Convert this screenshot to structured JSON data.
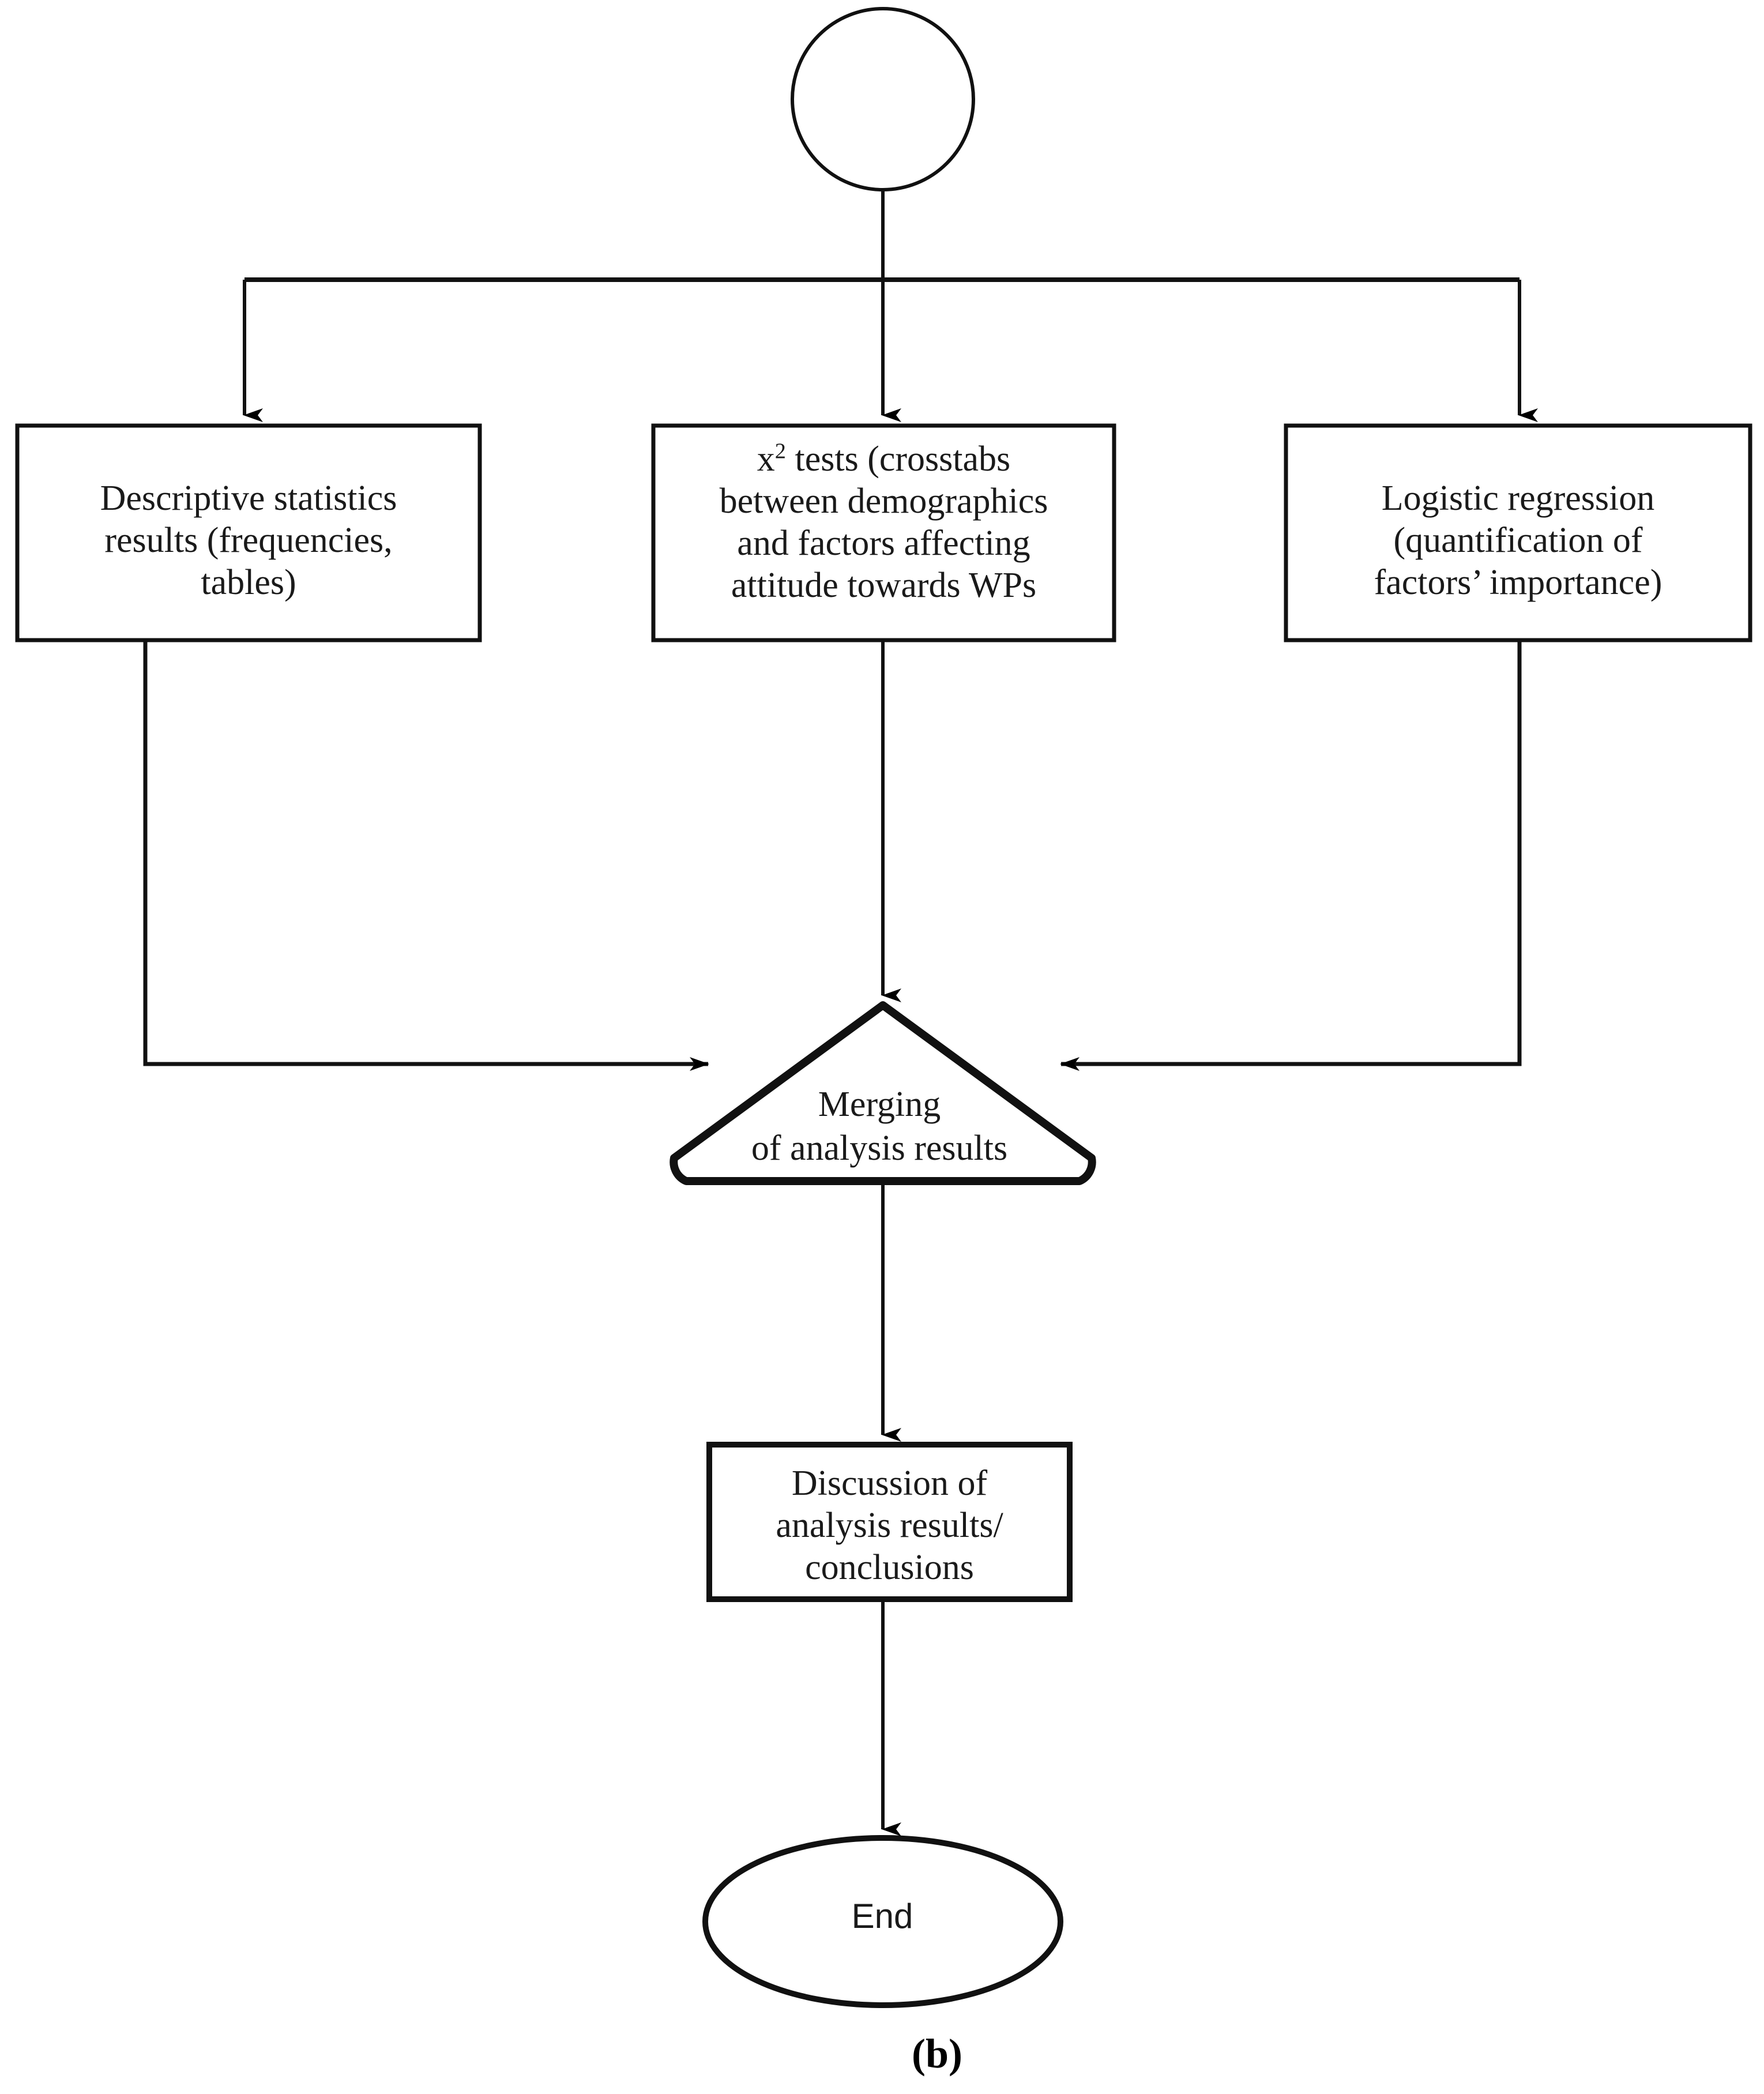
{
  "figure": {
    "caption": "(b)",
    "background_color": "#ffffff",
    "stroke_color": "#000000",
    "text_color": "#1a1a1a"
  },
  "nodes": {
    "start": {
      "shape": "circle",
      "label": ""
    },
    "descriptive": {
      "shape": "rectangle",
      "label": "Descriptive statistics\nresults (frequencies,\ntables)"
    },
    "chisq": {
      "shape": "rectangle",
      "label_prefix": "x",
      "label_superscript": "2",
      "label_rest": " tests (crosstabs\nbetween demographics\nand factors affecting\nattitude towards WPs"
    },
    "logistic": {
      "shape": "rectangle",
      "label": "Logistic regression\n(quantification of\nfactors’ importance)"
    },
    "merging": {
      "shape": "triangle",
      "label": "Merging\nof analysis results"
    },
    "discussion": {
      "shape": "rectangle",
      "label": "Discussion of\nanalysis results/\nconclusions"
    },
    "end": {
      "shape": "ellipse",
      "label": "End"
    }
  },
  "edges": [
    {
      "name": "start-to-bus",
      "from": "start",
      "to": "split-bus",
      "style": "line"
    },
    {
      "name": "bus-to-descriptive",
      "from": "split-bus",
      "to": "descriptive",
      "style": "arrow-down"
    },
    {
      "name": "bus-to-chisq",
      "from": "split-bus",
      "to": "chisq",
      "style": "arrow-down"
    },
    {
      "name": "bus-to-logistic",
      "from": "split-bus",
      "to": "logistic",
      "style": "arrow-down"
    },
    {
      "name": "descriptive-to-merging",
      "from": "descriptive",
      "to": "merging",
      "style": "elbow-arrow-right"
    },
    {
      "name": "chisq-to-merging",
      "from": "chisq",
      "to": "merging",
      "style": "arrow-down"
    },
    {
      "name": "logistic-to-merging",
      "from": "logistic",
      "to": "merging",
      "style": "elbow-arrow-left"
    },
    {
      "name": "merging-to-discussion",
      "from": "merging",
      "to": "discussion",
      "style": "arrow-down"
    },
    {
      "name": "discussion-to-end",
      "from": "discussion",
      "to": "end",
      "style": "arrow-down"
    }
  ]
}
